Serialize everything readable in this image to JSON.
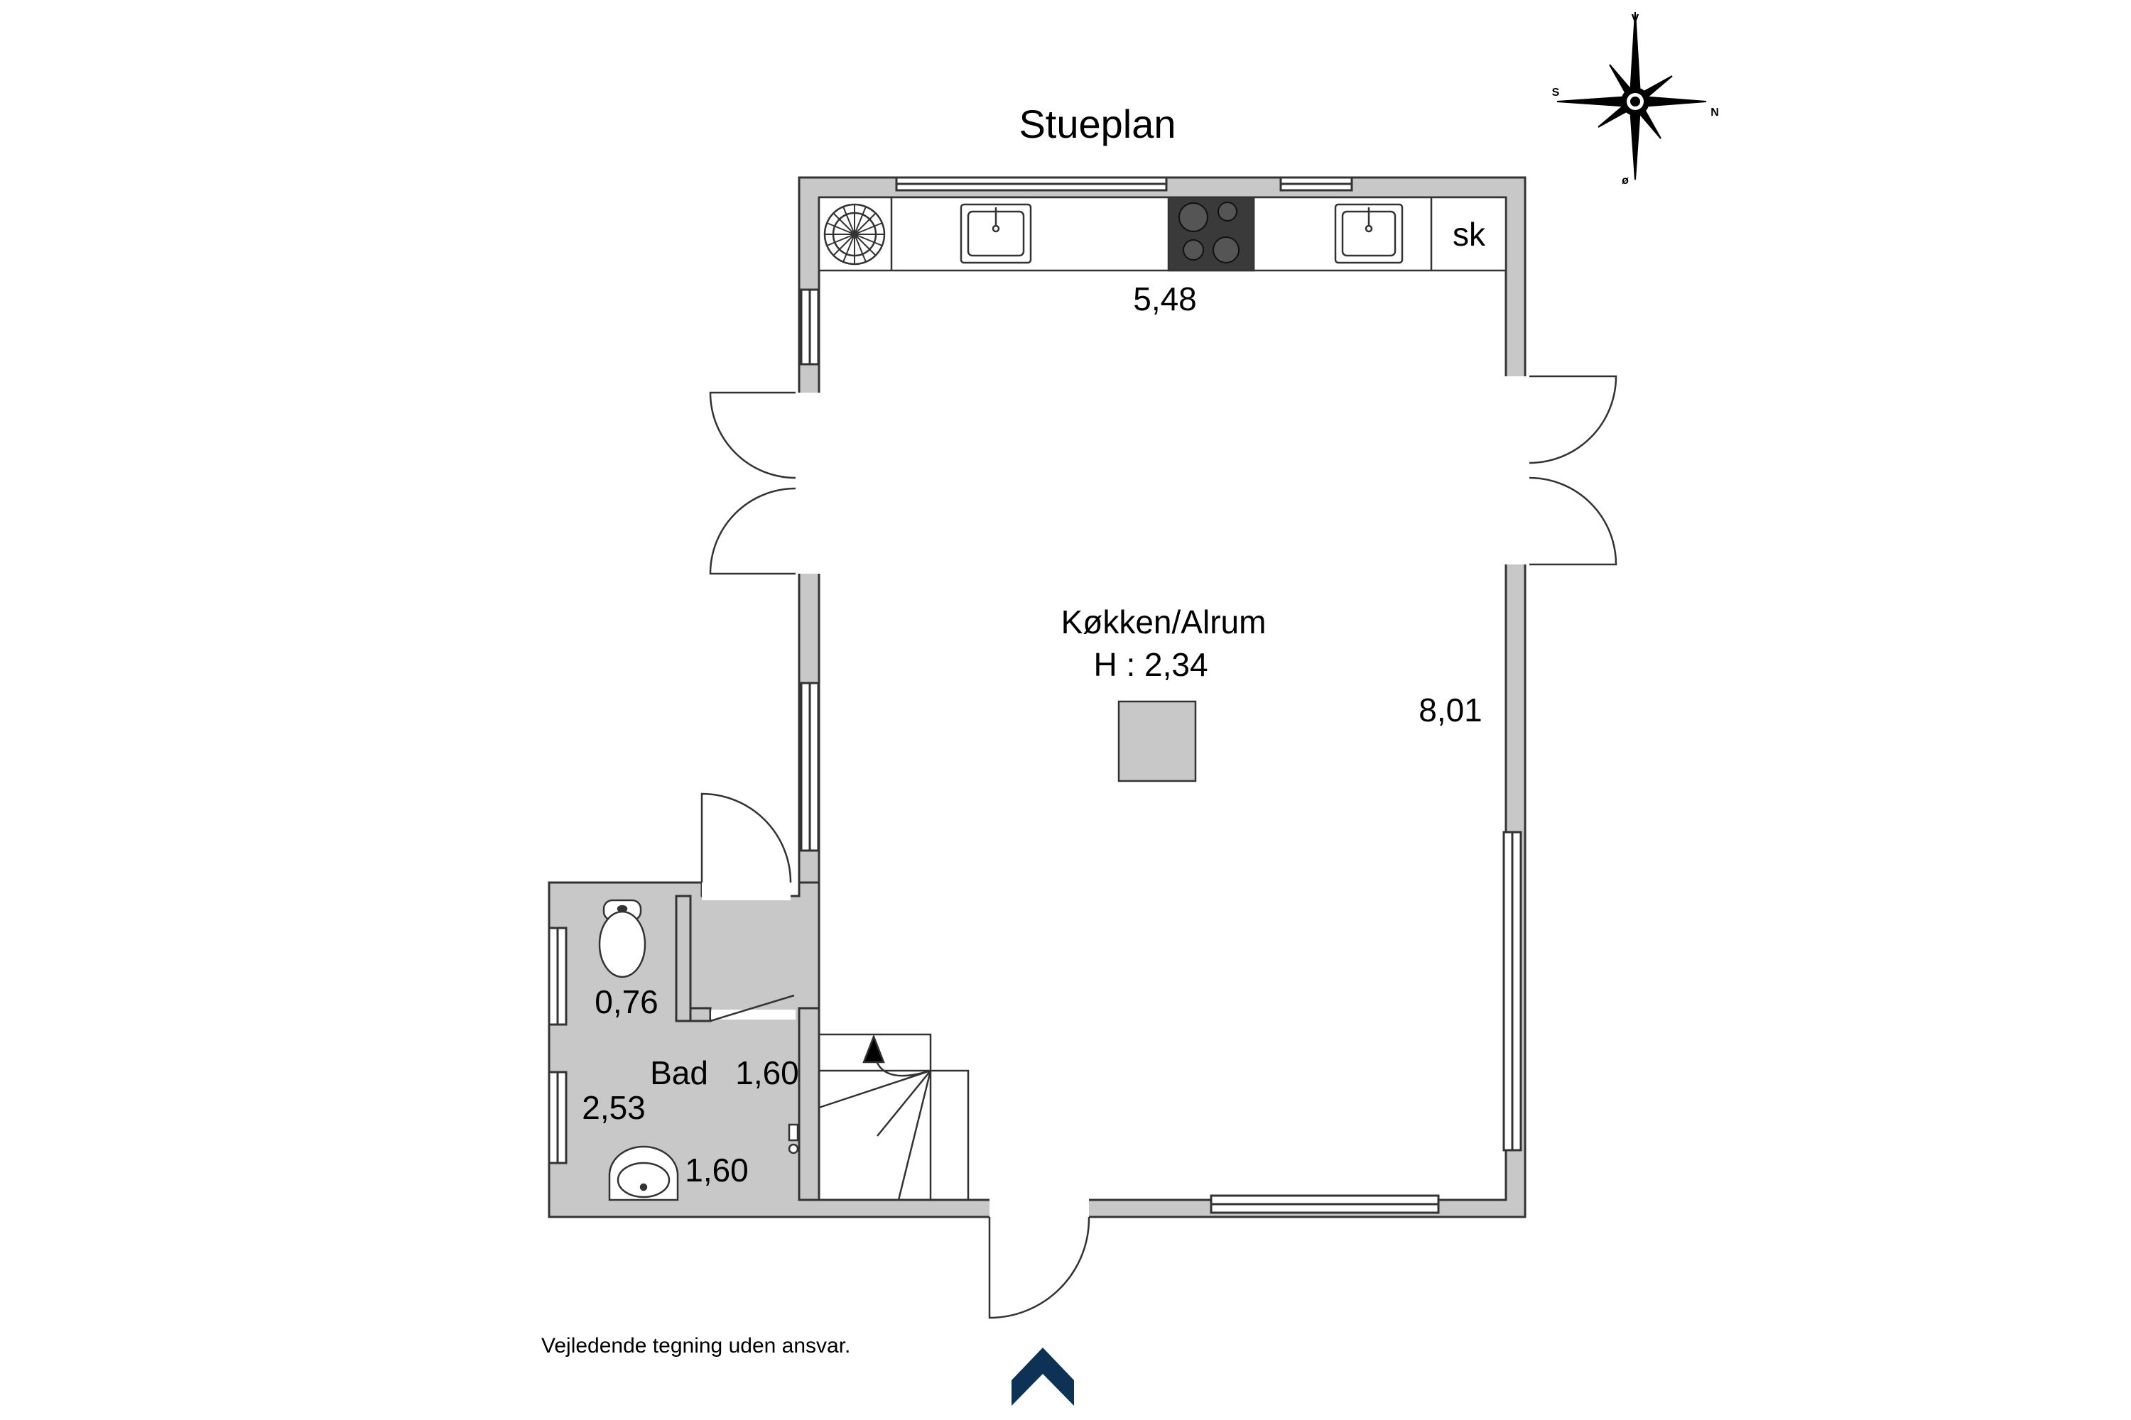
{
  "title": "Stueplan",
  "compass": {
    "north": "N",
    "south": "S",
    "west": "V",
    "east": "ø"
  },
  "rooms": [
    {
      "name": "Køkken/Alrum",
      "height_label": "H : 2,34",
      "fill": "#ffffff"
    },
    {
      "name": "Bad",
      "fill": "#b3cdfd"
    }
  ],
  "dimensions": {
    "kitchen_width": "5,48",
    "kitchen_depth": "8,01",
    "bad_depth": "1,60",
    "bad_bottom": "1,60",
    "bad_left": "2,53",
    "bad_wc": "0,76"
  },
  "fixtures": {
    "fridge_label": "sk"
  },
  "disclaimer": "Vejledende tegning uden ansvar.",
  "colors": {
    "wall": "#c8c8c8",
    "wall_stroke": "#333333",
    "bathroom": "#b3cdfd",
    "entrance_arrow": "#0d3256",
    "stove": "#3a3a3a",
    "island": "#c8c8c8"
  }
}
